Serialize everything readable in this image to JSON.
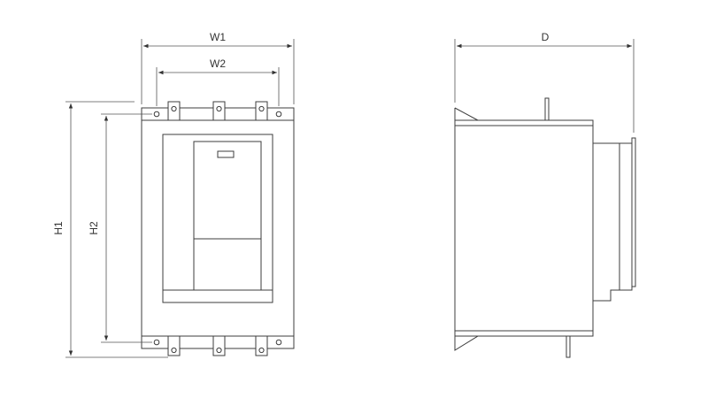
{
  "dimensions": {
    "w1": "W1",
    "w2": "W2",
    "h1": "H1",
    "h2": "H2",
    "d": "D"
  },
  "colors": {
    "line": "#3c3c3c",
    "background": "#ffffff"
  }
}
